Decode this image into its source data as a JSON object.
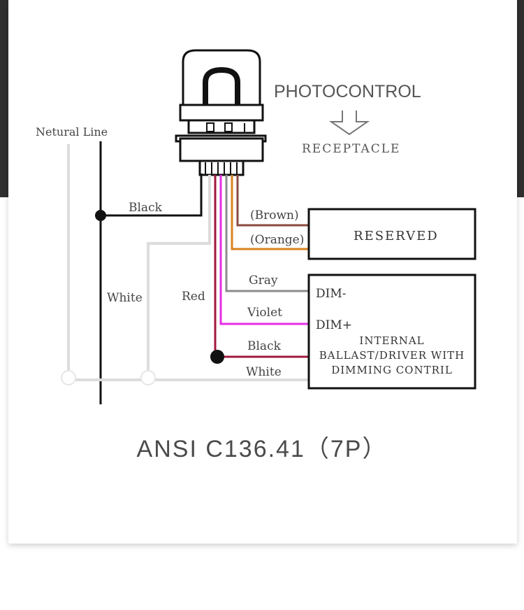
{
  "title": "PHOTOCONTROL",
  "receptacle": "RECEPTACLE",
  "neutral_line": "Netural Line",
  "reserved_box": "RESERVED",
  "dim_minus": "DIM-",
  "dim_plus": "DIM+",
  "driver_box": {
    "line1": "INTERNAL",
    "line2": "BALLAST/DRIVER WITH",
    "line3": "DIMMING CONTRIL"
  },
  "wires": {
    "black_top": "Black",
    "brown": "(Brown)",
    "orange": "(Orange)",
    "white_left": "White",
    "red": "Red",
    "gray": "Gray",
    "violet": "Violet",
    "black_bottom": "Black",
    "white_bottom": "White"
  },
  "caption": "ANSI C136.41（7P）",
  "colors": {
    "brown": "#8b4a3c",
    "orange": "#d9821f",
    "gray": "#8c8c8c",
    "violet": "#e62ee6",
    "red": "#a0193c",
    "white_wire": "#dcdcdc",
    "black": "#111111"
  }
}
